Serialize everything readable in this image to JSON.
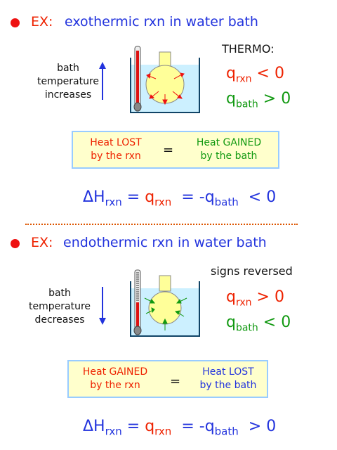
{
  "exo": {
    "ex_label": "EX:",
    "title": "exothermic rxn in water bath",
    "bath_line1": "bath",
    "bath_line2": "temperature",
    "bath_line3": "increases",
    "thermo_label": "THERMO:",
    "q_rxn_sym": "q",
    "q_rxn_sub": "rxn",
    "q_rxn_sign": "< 0",
    "q_bath_sym": "q",
    "q_bath_sub": "bath",
    "q_bath_sign": "> 0",
    "box_left_1": "Heat LOST",
    "box_left_2": "by the rxn",
    "box_eq": "=",
    "box_right_1": "Heat GAINED",
    "box_right_2": "by the bath",
    "eq": {
      "delta": "ΔH",
      "h_sub": "rxn",
      "eq1": "=",
      "q1": "q",
      "q1_sub": "rxn",
      "eq2": "=",
      "q2": "-q",
      "q2_sub": "bath",
      "tail": "< 0"
    }
  },
  "endo": {
    "ex_label": "EX:",
    "title": "endothermic rxn in water bath",
    "bath_line1": "bath",
    "bath_line2": "temperature",
    "bath_line3": "decreases",
    "signs_label": "signs reversed",
    "q_rxn_sym": "q",
    "q_rxn_sub": "rxn",
    "q_rxn_sign": "> 0",
    "q_bath_sym": "q",
    "q_bath_sub": "bath",
    "q_bath_sign": "< 0",
    "box_left_1": "Heat GAINED",
    "box_left_2": "by the rxn",
    "box_eq": "=",
    "box_right_1": "Heat LOST",
    "box_right_2": "by the bath",
    "eq": {
      "delta": "ΔH",
      "h_sub": "rxn",
      "eq1": "=",
      "q1": "q",
      "q1_sub": "rxn",
      "eq2": "=",
      "q2": "-q",
      "q2_sub": "bath",
      "tail": "> 0"
    }
  },
  "colors": {
    "red": "#ee2200",
    "blue": "#2233dd",
    "green": "#119911",
    "box_fill": "#ffffcc",
    "box_border": "#99ccff",
    "water": "#ccf0ff",
    "flask": "#ffff99"
  }
}
